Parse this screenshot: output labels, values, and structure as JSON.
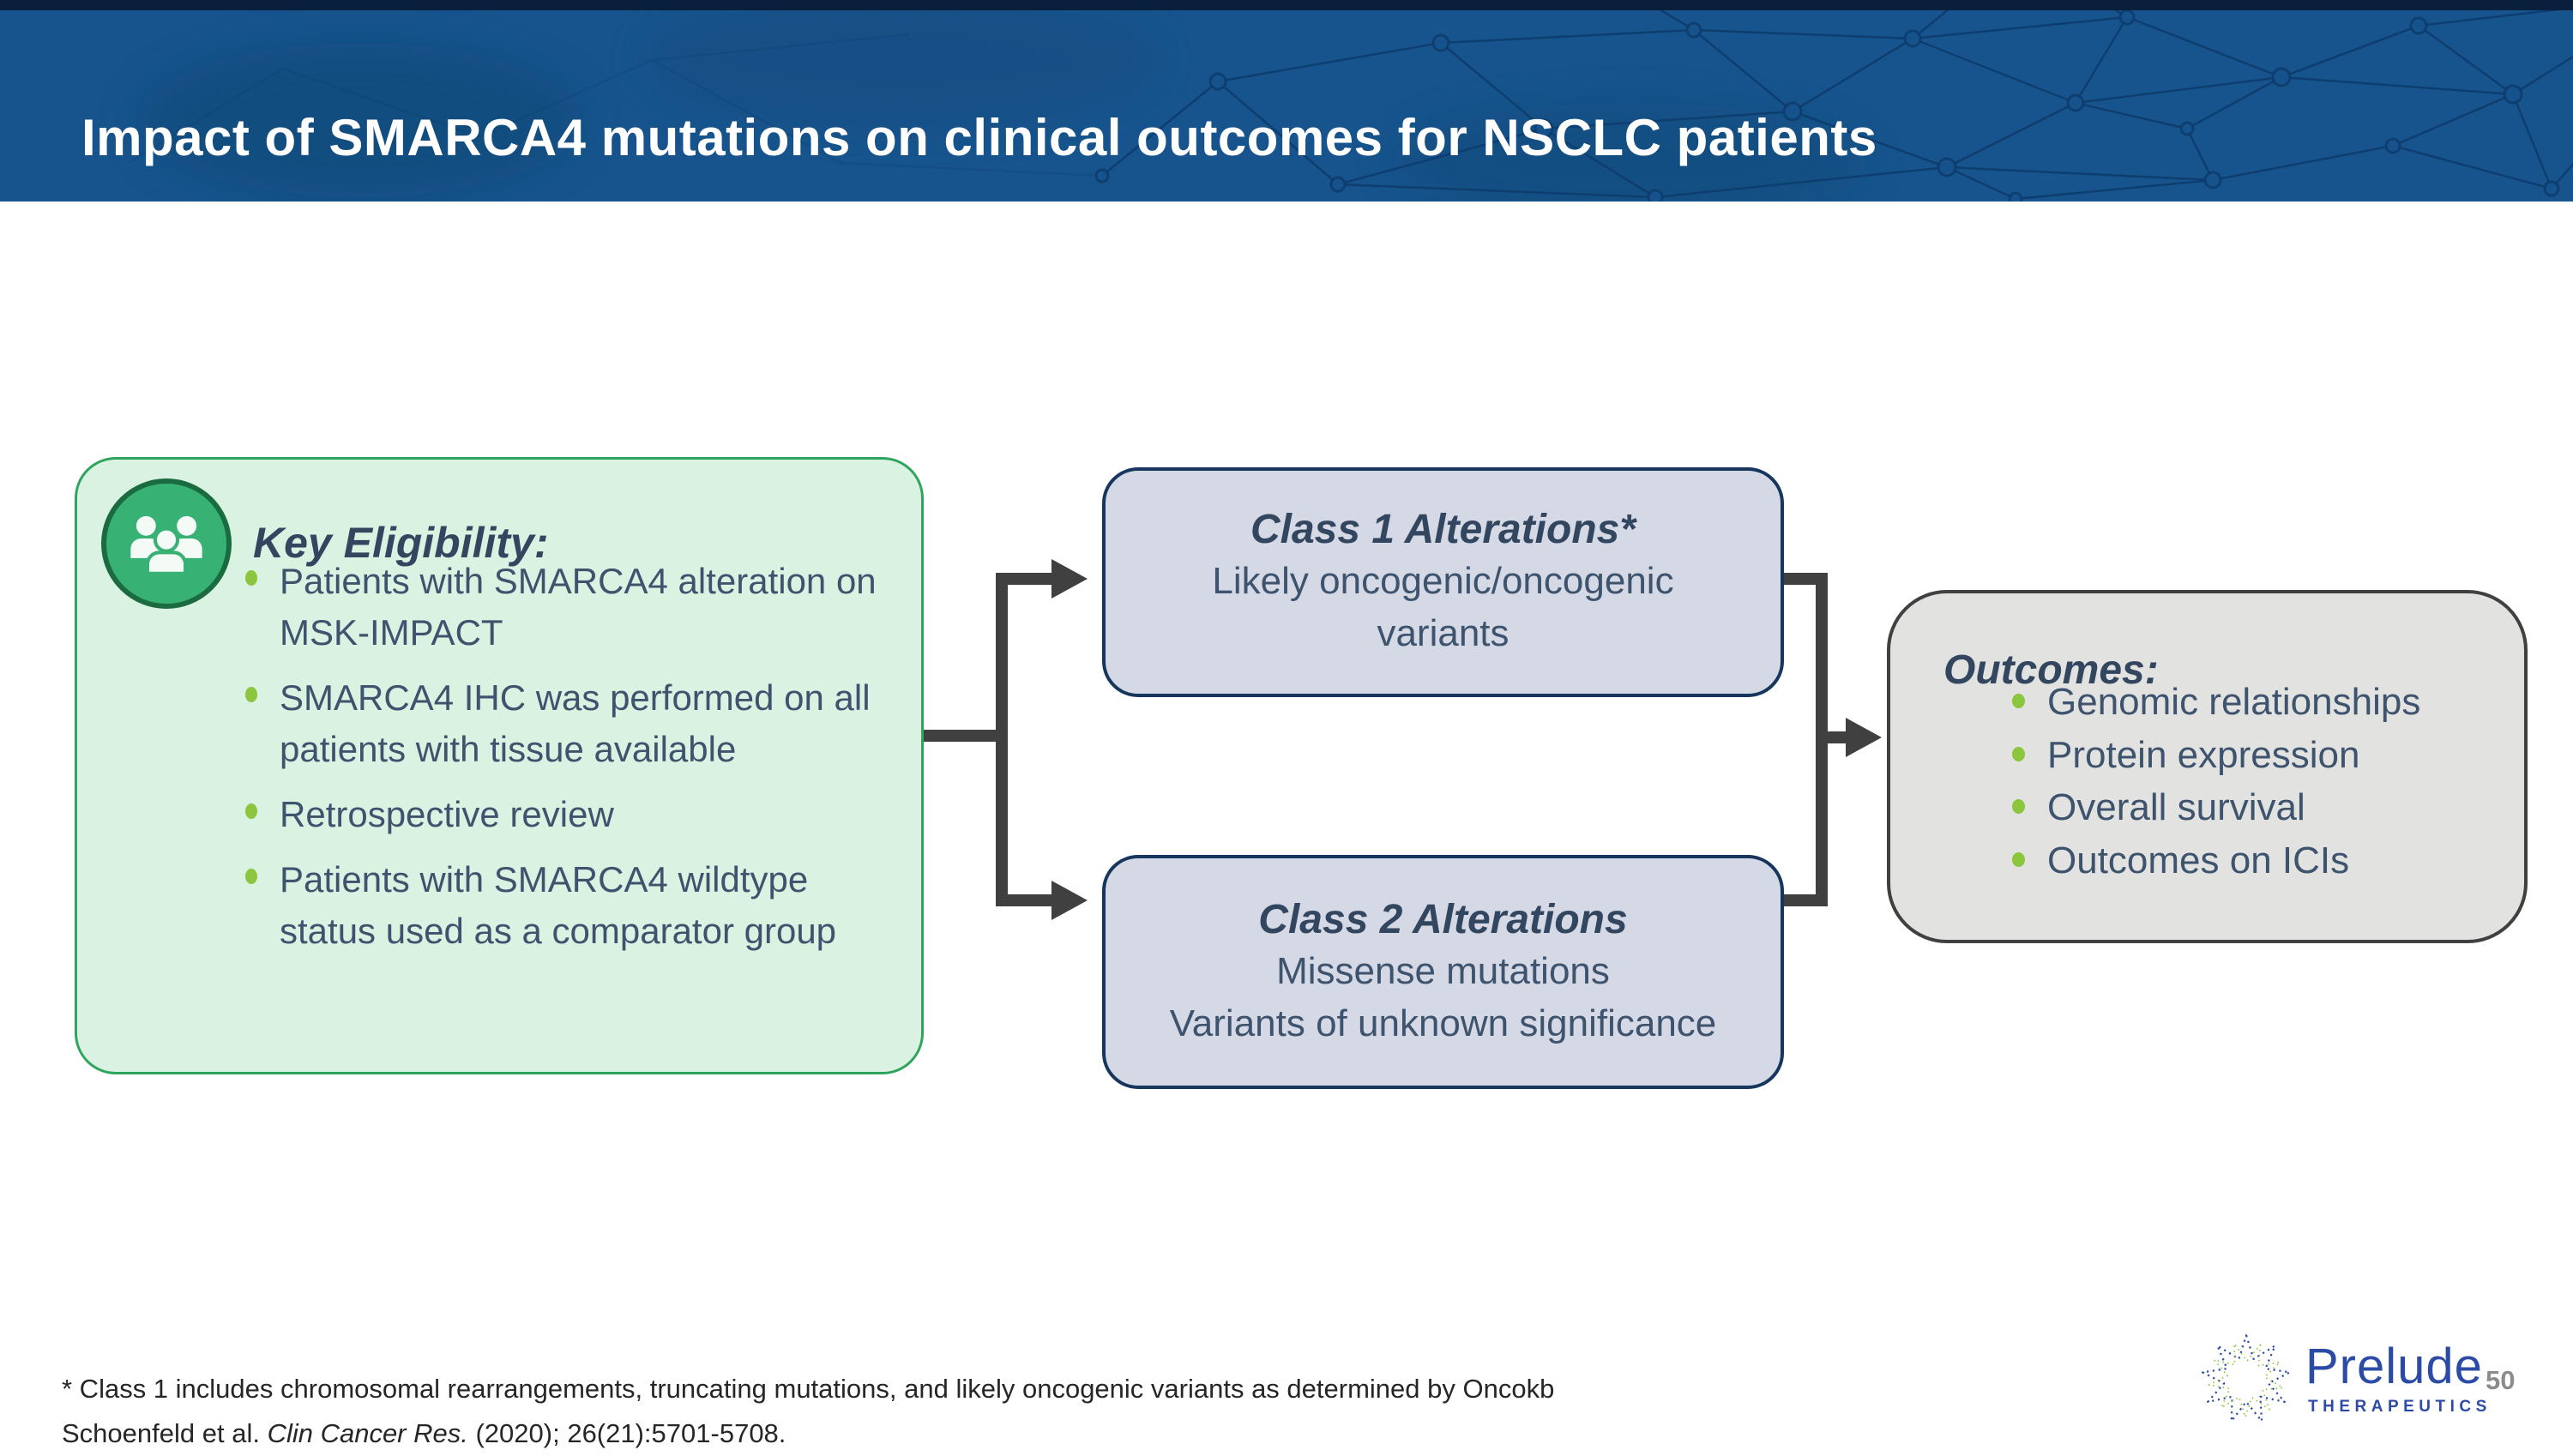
{
  "slide": {
    "title": "Impact of SMARCA4 mutations on clinical outcomes for NSCLC patients",
    "page_number": "50"
  },
  "eligibility": {
    "title": "Key Eligibility:",
    "icon": "people-group-icon",
    "bullets": [
      "Patients with SMARCA4 alteration on MSK-IMPACT",
      "SMARCA4 IHC was performed on all patients with tissue available",
      "Retrospective review",
      "Patients with SMARCA4 wildtype status used as a comparator group"
    ]
  },
  "class1": {
    "title": "Class 1 Alterations*",
    "subtitle": "Likely oncogenic/oncogenic variants"
  },
  "class2": {
    "title": "Class 2 Alterations",
    "line1": "Missense mutations",
    "line2": "Variants of unknown significance"
  },
  "outcomes": {
    "title": "Outcomes:",
    "bullets": [
      "Genomic relationships",
      "Protein expression",
      "Overall survival",
      "Outcomes on ICIs"
    ]
  },
  "footnote": {
    "line1": "* Class 1 includes chromosomal rearrangements, truncating mutations, and likely oncogenic variants as determined by Oncokb",
    "line2_prefix": "Schoenfeld et al. ",
    "line2_italic": "Clin Cancer Res.",
    "line2_suffix": " (2020); 26(21):5701-5708."
  },
  "logo": {
    "wordmark": "Prelude",
    "subtext": "THERAPEUTICS"
  },
  "colors": {
    "header_bg": "#17548D",
    "header_top_strip": "#0A1F3C",
    "header_mesh": "#0E3D6E",
    "title_text": "#FFFFFF",
    "eligibility_bg": "#D9F2E1",
    "eligibility_border": "#2FA45C",
    "icon_green": "#38B274",
    "icon_ring": "#1B6B41",
    "class_box_bg": "#D4D9E5",
    "class_box_border": "#17365D",
    "outcomes_bg": "#E2E2E1",
    "outcomes_border": "#404040",
    "bullet_green": "#8CC63E",
    "heading_navy": "#33465F",
    "body_navy": "#3E536D",
    "connector_gray": "#404040",
    "prelude_blue": "#2B4BA6",
    "page_number_gray": "#8C8C8C"
  }
}
